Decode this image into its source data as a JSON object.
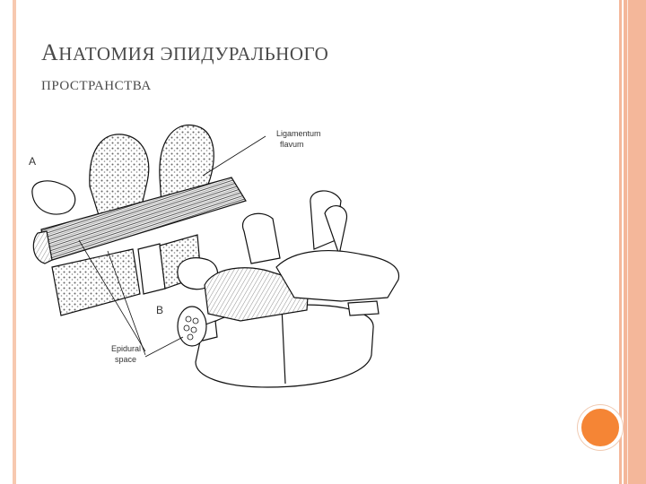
{
  "slide": {
    "title_line1_first": "А",
    "title_line1_rest": "НАТОМИЯ ЭПИДУРАЛЬНОГО",
    "title_line2": "ПРОСТРАНСТВА"
  },
  "figure": {
    "label_a": "A",
    "label_b": "B",
    "label_lig1": "Ligamentum",
    "label_lig2": "flavum",
    "label_epi1": "Epidural",
    "label_epi2": "space"
  },
  "colors": {
    "accent": "#f58535",
    "band": "#f4b79a",
    "rule": "#f7c9b0",
    "title": "#4a4a4a"
  }
}
